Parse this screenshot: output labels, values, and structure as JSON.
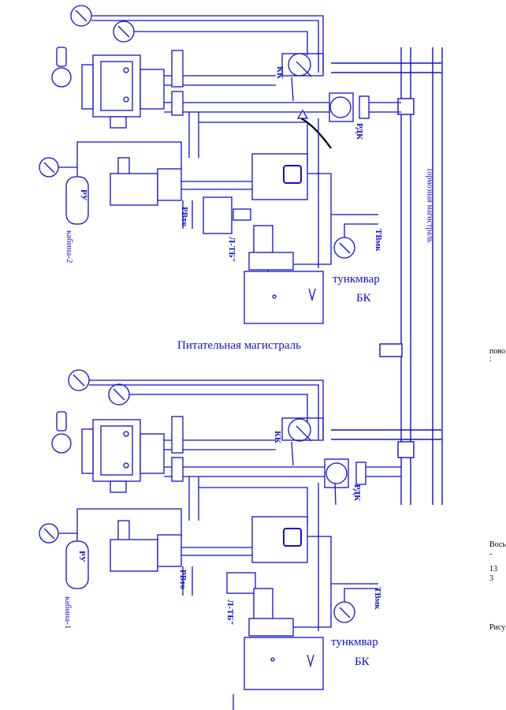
{
  "colors": {
    "line": "#1010d0",
    "background": "#ffffff",
    "side_text": "#000000"
  },
  "labels": {
    "kk": "КК",
    "rdk": "РДК",
    "ru": "РУ",
    "rvto": "РВто",
    "lbt": "Л-ТБ\"",
    "tvmk": "ТВмк",
    "bk": "БК",
    "rvamkut": "тункмвар",
    "kabina1": "кабина-1",
    "kabina2": "кабина-2",
    "header": "Питательная магистраль",
    "tormoz": "Тормозная магистраль"
  },
  "side_notes": {
    "povo": "пово",
    "colon": ":",
    "vos": "Вось",
    "dash": "-",
    "n13": "13",
    "n3": "3",
    "risu": "Рису"
  }
}
